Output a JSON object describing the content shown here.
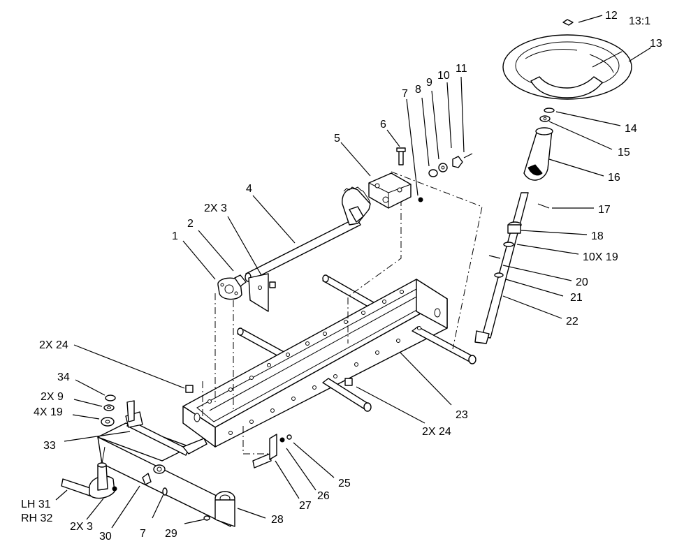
{
  "callouts": {
    "c1": "1",
    "c2": "2",
    "c2x3_top": "2X 3",
    "c4": "4",
    "c5": "5",
    "c6": "6",
    "c7_top": "7",
    "c8": "8",
    "c9": "9",
    "c10": "10",
    "c11": "11",
    "c12": "12",
    "c13_ratio": "13:1",
    "c13": "13",
    "c14": "14",
    "c15": "15",
    "c16": "16",
    "c17": "17",
    "c18": "18",
    "c10x19": "10X 19",
    "c20": "20",
    "c21": "21",
    "c22": "22",
    "c23": "23",
    "c2x24_left": "2X 24",
    "c2x24_right": "2X 24",
    "c25": "25",
    "c26": "26",
    "c27": "27",
    "c28": "28",
    "c29": "29",
    "c7_bottom": "7",
    "c30": "30",
    "c2x3_bottom": "2X 3",
    "c_lh31": "LH 31",
    "c_rh32": "RH 32",
    "c33": "33",
    "c34": "34",
    "c2x9": "2X 9",
    "c4x19": "4X 19"
  }
}
